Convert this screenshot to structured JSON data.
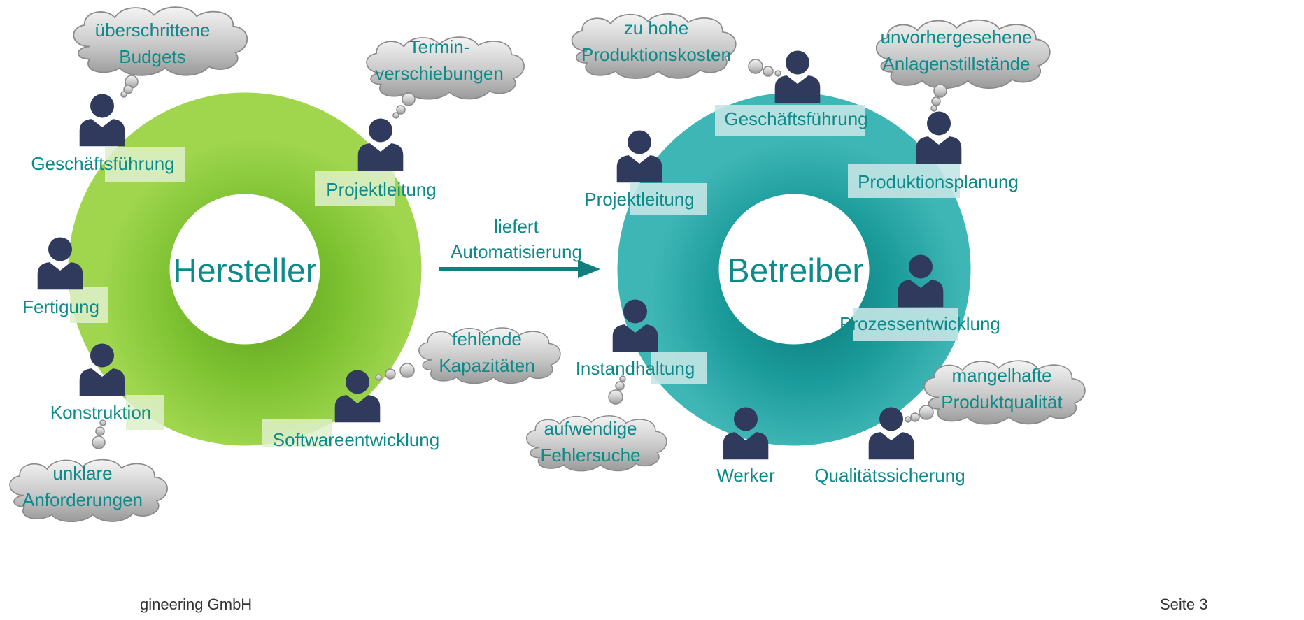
{
  "diagram": {
    "left_center": "Hersteller",
    "right_center": "Betreiber",
    "arrow_text": [
      "liefert",
      "Automatisierung"
    ],
    "left_roles": {
      "geschaeftsfuehrung": "Geschäftsführung",
      "projektleitung": "Projektleitung",
      "fertigung": "Fertigung",
      "konstruktion": "Konstruktion",
      "softwareentwicklung": "Softwareentwicklung"
    },
    "right_roles": {
      "geschaeftsfuehrung": "Geschäftsführung",
      "projektleitung": "Projektleitung",
      "produktionsplanung": "Produktionsplanung",
      "prozessentwicklung": "Prozessentwicklung",
      "instandhaltung": "Instandhaltung",
      "werker": "Werker",
      "qualitaetssicherung": "Qualitätssicherung"
    },
    "left_thoughts": {
      "budgets": [
        "überschrittene",
        "Budgets"
      ],
      "termine": [
        "Termin-",
        "verschiebungen"
      ],
      "kapazitaeten": [
        "fehlende",
        "Kapazitäten"
      ],
      "anforderungen": [
        "unklare",
        "Anforderungen"
      ]
    },
    "right_thoughts": {
      "kosten": [
        "zu hohe",
        "Produktionskosten"
      ],
      "stillstaende": [
        "unvorhergesehene",
        "Anlagenstillstände"
      ],
      "qualitaet": [
        "mangelhafte",
        "Produktqualität"
      ],
      "fehlersuche": [
        "aufwendige",
        "Fehlersuche"
      ]
    }
  },
  "footer": {
    "company": "gineering GmbH",
    "page": "Seite 3"
  },
  "colors": {
    "left_ring": "#7cc130",
    "right_ring": "#1a9a9a",
    "text": "#0e8a8a",
    "person": "#2f3a5c",
    "arrow": "#127d7d"
  }
}
